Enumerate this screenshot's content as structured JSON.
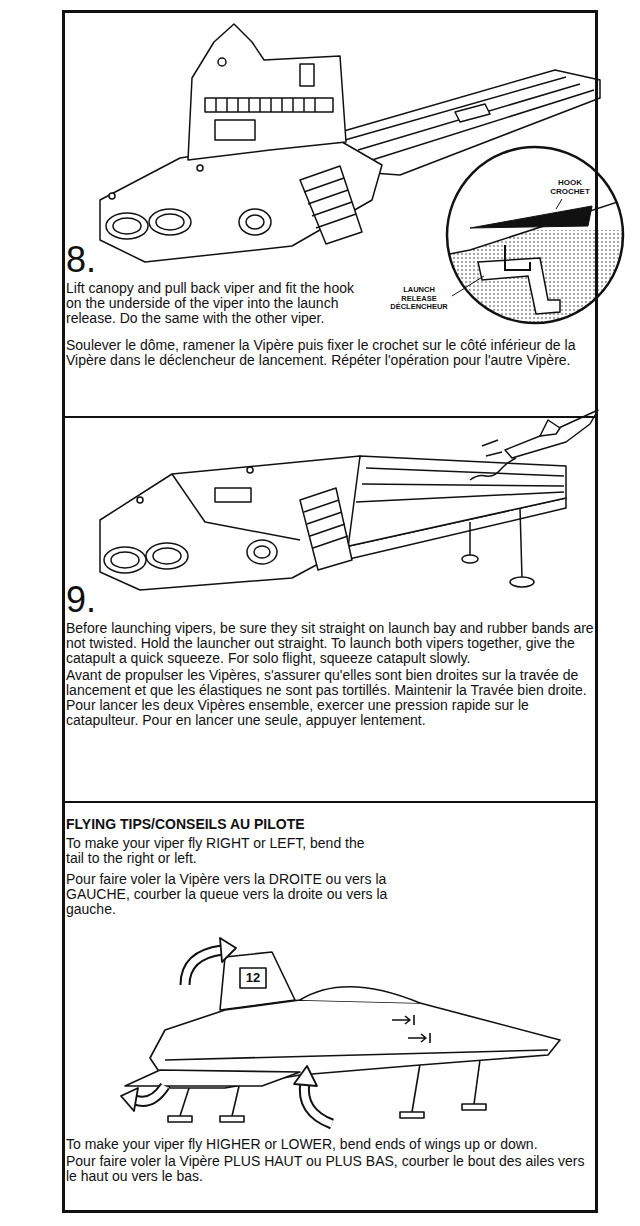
{
  "diagram": {
    "nodes": [
      {
        "text": [
          "8.",
          "Lift canopy and pull back viper and fit the hook on the underside of the viper into the launch release. Do the same with the other viper.",
          "Soulever le dôme, ramener la Vipère puis fixer le crochet sur le côté inférieur de la Vipère dans le déclencheur de lancement. Répéter l'opération pour l'autre Vipère."
        ]
      },
      {
        "text": [
          "9.",
          "Before launching vipers, be sure they sit straight on launch bay and rubber bands are not twisted. Hold the launcher out straight. To launch both vipers together, give the catapult a quick squeeze. For solo flight, squeeze catapult slowly.",
          "Avant de propulser les Vipères, s'assurer qu'elles sont bien droites sur la travée de lancement et que les élastiques ne sont pas tortillés. Maintenir la Travée bien droite. Pour lancer les deux Vipères ensemble, exercer une pression rapide sur le catapulteur. Pour en lancer une seule, appuyer lentement."
        ]
      },
      {
        "text": [
          "FLYING TIPS/CONSEILS AU PILOTE",
          "To make your viper fly RIGHT or LEFT, bend the tail to the right or left.",
          "Pour faire voler la Vipère vers la DROITE ou vers la GAUCHE, courber la queue vers la droite ou vers la gauche.",
          "To make your viper fly HIGHER or LOWER, bend ends of wings up or down.",
          "Pour faire voler la Vipère PLUS HAUT ou PLUS BAS, courber le bout des ailes vers le haut ou vers le bas."
        ]
      }
    ],
    "labels": [
      "HOOK CROCHET",
      "LAUNCH RELEASE DÉCLENCHEUR",
      "12"
    ]
  }
}
